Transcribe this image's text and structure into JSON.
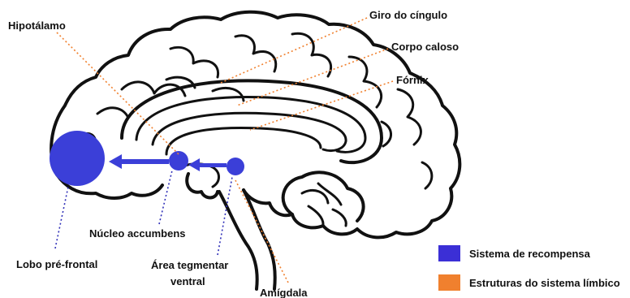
{
  "labels": {
    "hipotalamo": "Hipotálamo",
    "giro": "Giro do cíngulo",
    "corpo": "Corpo caloso",
    "fornix": "Fórnix",
    "nucleo": "Núcleo accumbens",
    "lobo": "Lobo pré-frontal",
    "area_line1": "Área tegmentar",
    "area_line2": "ventral",
    "amigdala": "Amígdala"
  },
  "legend": {
    "items": [
      {
        "label": "Sistema de recompensa",
        "color": "#3b2fd6"
      },
      {
        "label": "Estruturas do sistema límbico",
        "color": "#f0802e"
      }
    ]
  },
  "colors": {
    "reward": "#3b3fd8",
    "limbic": "#f0802e",
    "outline": "#111111"
  }
}
